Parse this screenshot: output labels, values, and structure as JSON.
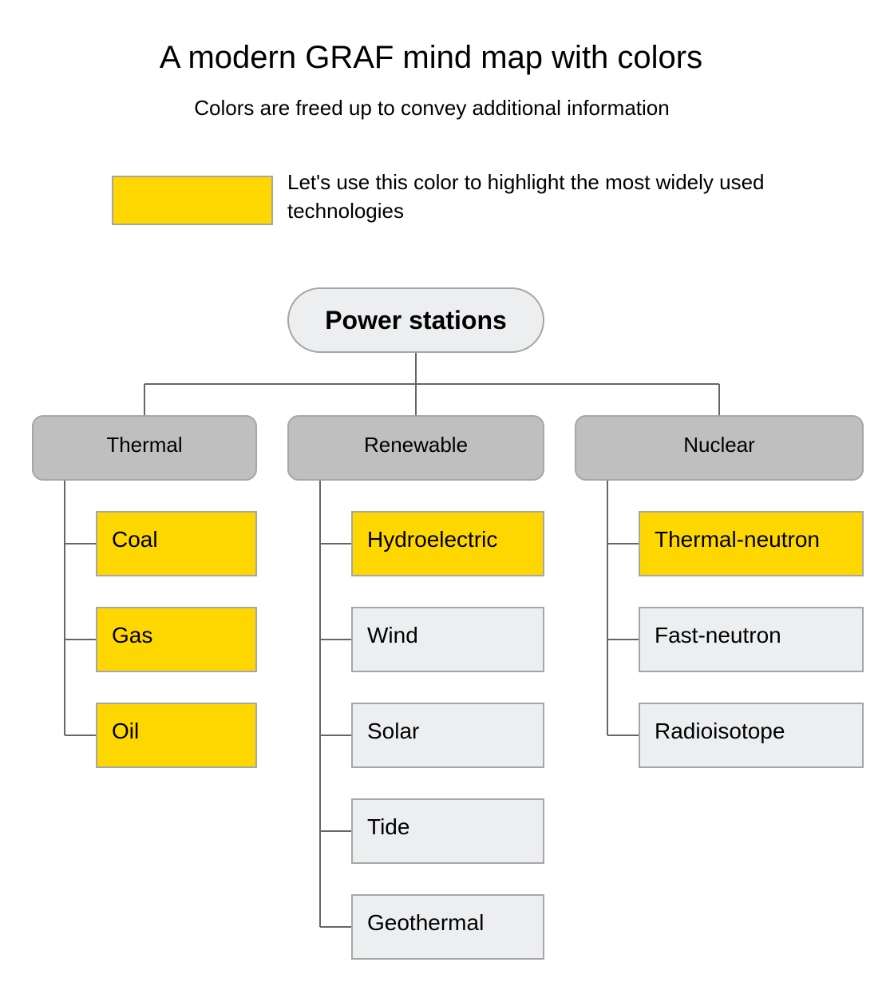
{
  "title": "A modern GRAF mind map with colors",
  "subtitle": "Colors are freed up to convey additional information",
  "legend": {
    "text": "Let's use this color to highlight the most widely used technologies",
    "color": "#FFD700"
  },
  "colors": {
    "highlight": "#FFD700",
    "root_fill": "#EDEEF0",
    "category_fill": "#C0BFC0",
    "leaf_fill": "#EDEEF0",
    "border": "#A6A6A6",
    "line": "#666666"
  },
  "root": {
    "label": "Power stations"
  },
  "categories": [
    {
      "label": "Thermal",
      "children": [
        {
          "label": "Coal",
          "highlighted": true
        },
        {
          "label": "Gas",
          "highlighted": true
        },
        {
          "label": "Oil",
          "highlighted": true
        }
      ]
    },
    {
      "label": "Renewable",
      "children": [
        {
          "label": "Hydroelectric",
          "highlighted": true
        },
        {
          "label": "Wind",
          "highlighted": false
        },
        {
          "label": "Solar",
          "highlighted": false
        },
        {
          "label": "Tide",
          "highlighted": false
        },
        {
          "label": "Geothermal",
          "highlighted": false
        }
      ]
    },
    {
      "label": "Nuclear",
      "children": [
        {
          "label": "Thermal-neutron",
          "highlighted": true
        },
        {
          "label": "Fast-neutron",
          "highlighted": false
        },
        {
          "label": "Radioisotope",
          "highlighted": false
        }
      ]
    }
  ]
}
